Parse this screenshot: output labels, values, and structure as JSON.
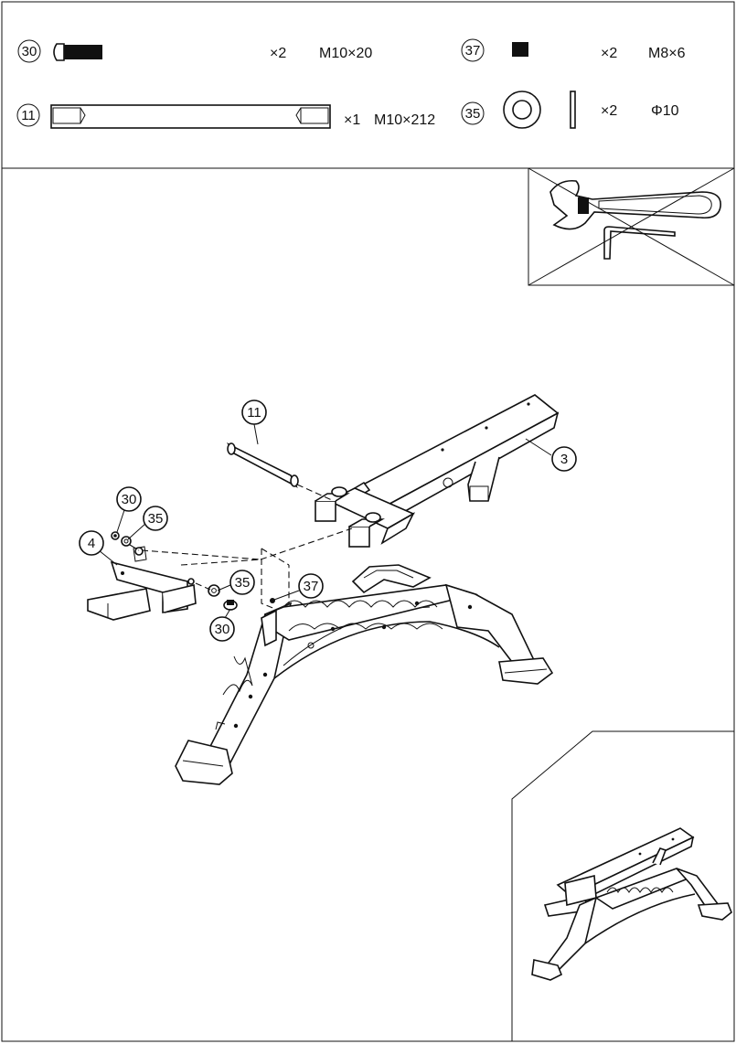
{
  "parts_list": [
    {
      "id": "30",
      "qty": "×2",
      "spec": "M10×20",
      "icon": "bolt-icon"
    },
    {
      "id": "37",
      "qty": "×2",
      "spec": "M8×6",
      "icon": "set-screw-icon"
    },
    {
      "id": "11",
      "qty": "×1",
      "spec": "M10×212",
      "icon": "axle-rod-icon"
    },
    {
      "id": "35",
      "qty": "×2",
      "spec": "Φ10",
      "icon": "washer-icon"
    }
  ],
  "tools": {
    "icons": [
      "wrench-icon",
      "hex-key-icon"
    ],
    "crossed_out": true
  },
  "callouts": {
    "axle": "11",
    "backrest_frame": "3",
    "bolt_top": "30",
    "washer_top": "35",
    "seat_bracket": "4",
    "washer_bottom": "35",
    "set_screw": "37",
    "bolt_bottom": "30"
  }
}
